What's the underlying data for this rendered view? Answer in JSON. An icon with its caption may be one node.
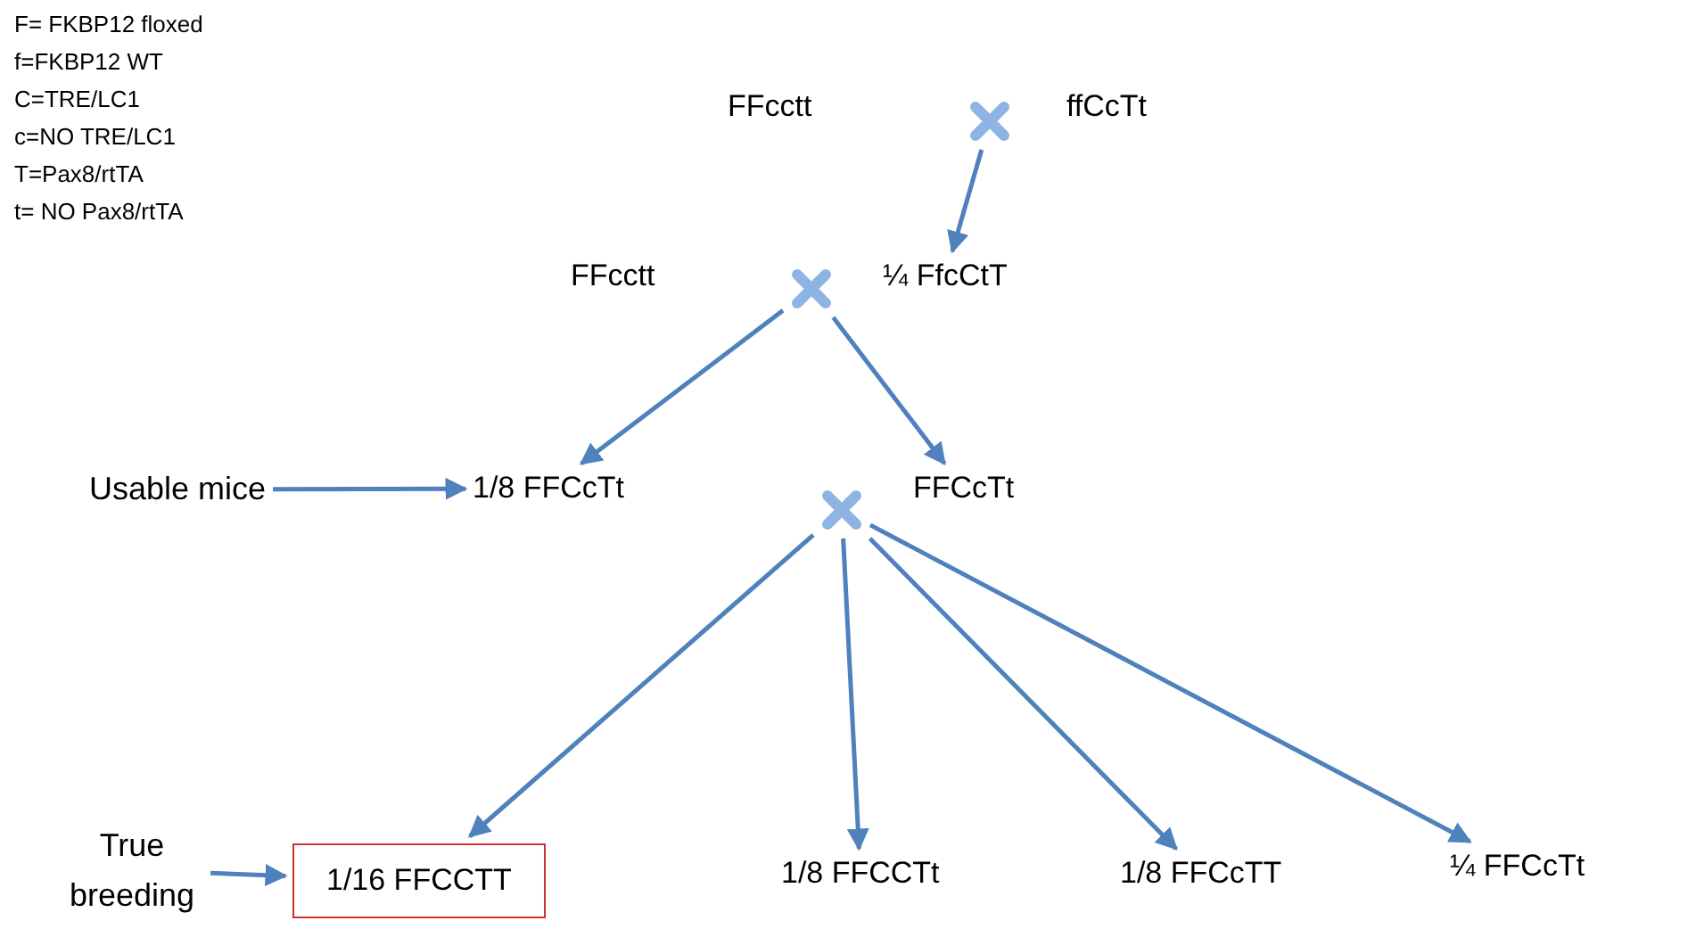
{
  "diagram": {
    "nodes": [
      {
        "text": [
          "FFcctt"
        ]
      },
      {
        "text": [],
        "shape": "cross"
      },
      {
        "text": [
          "ffCcTt"
        ]
      },
      {
        "text": [
          "FFcctt"
        ]
      },
      {
        "text": [],
        "shape": "cross"
      },
      {
        "text": [
          "¼ FfcCtT"
        ]
      },
      {
        "text": [
          "Usable mice"
        ]
      },
      {
        "text": [
          "1/8 FFCcTt"
        ]
      },
      {
        "text": [],
        "shape": "cross"
      },
      {
        "text": [
          "FFCcTt"
        ]
      },
      {
        "text": [
          "True breeding"
        ]
      },
      {
        "text": [
          "1/16 FFCCTT"
        ]
      },
      {
        "text": [
          "1/8 FFCCTt"
        ]
      },
      {
        "text": [
          "1/8 FFCcTT"
        ]
      },
      {
        "text": [
          "¼ FFCcTt"
        ]
      }
    ],
    "edges": [
      {
        "from": 1,
        "to": 5,
        "arrow": "to"
      },
      {
        "from": 4,
        "to": 7,
        "arrow": "to"
      },
      {
        "from": 4,
        "to": 9,
        "arrow": "to"
      },
      {
        "from": 6,
        "to": 7,
        "arrow": "to"
      },
      {
        "from": 8,
        "to": 11,
        "arrow": "to"
      },
      {
        "from": 8,
        "to": 12,
        "arrow": "to"
      },
      {
        "from": 8,
        "to": 13,
        "arrow": "to"
      },
      {
        "from": 8,
        "to": 14,
        "arrow": "to"
      },
      {
        "from": 10,
        "to": 11,
        "arrow": "to"
      }
    ],
    "labels": [
      "F= FKBP12 floxed",
      "f=FKBP12 WT",
      "C=TRE/LC1",
      "c=NO TRE/LC1",
      "T=Pax8/rtTA",
      "t= NO Pax8/rtTA"
    ]
  }
}
